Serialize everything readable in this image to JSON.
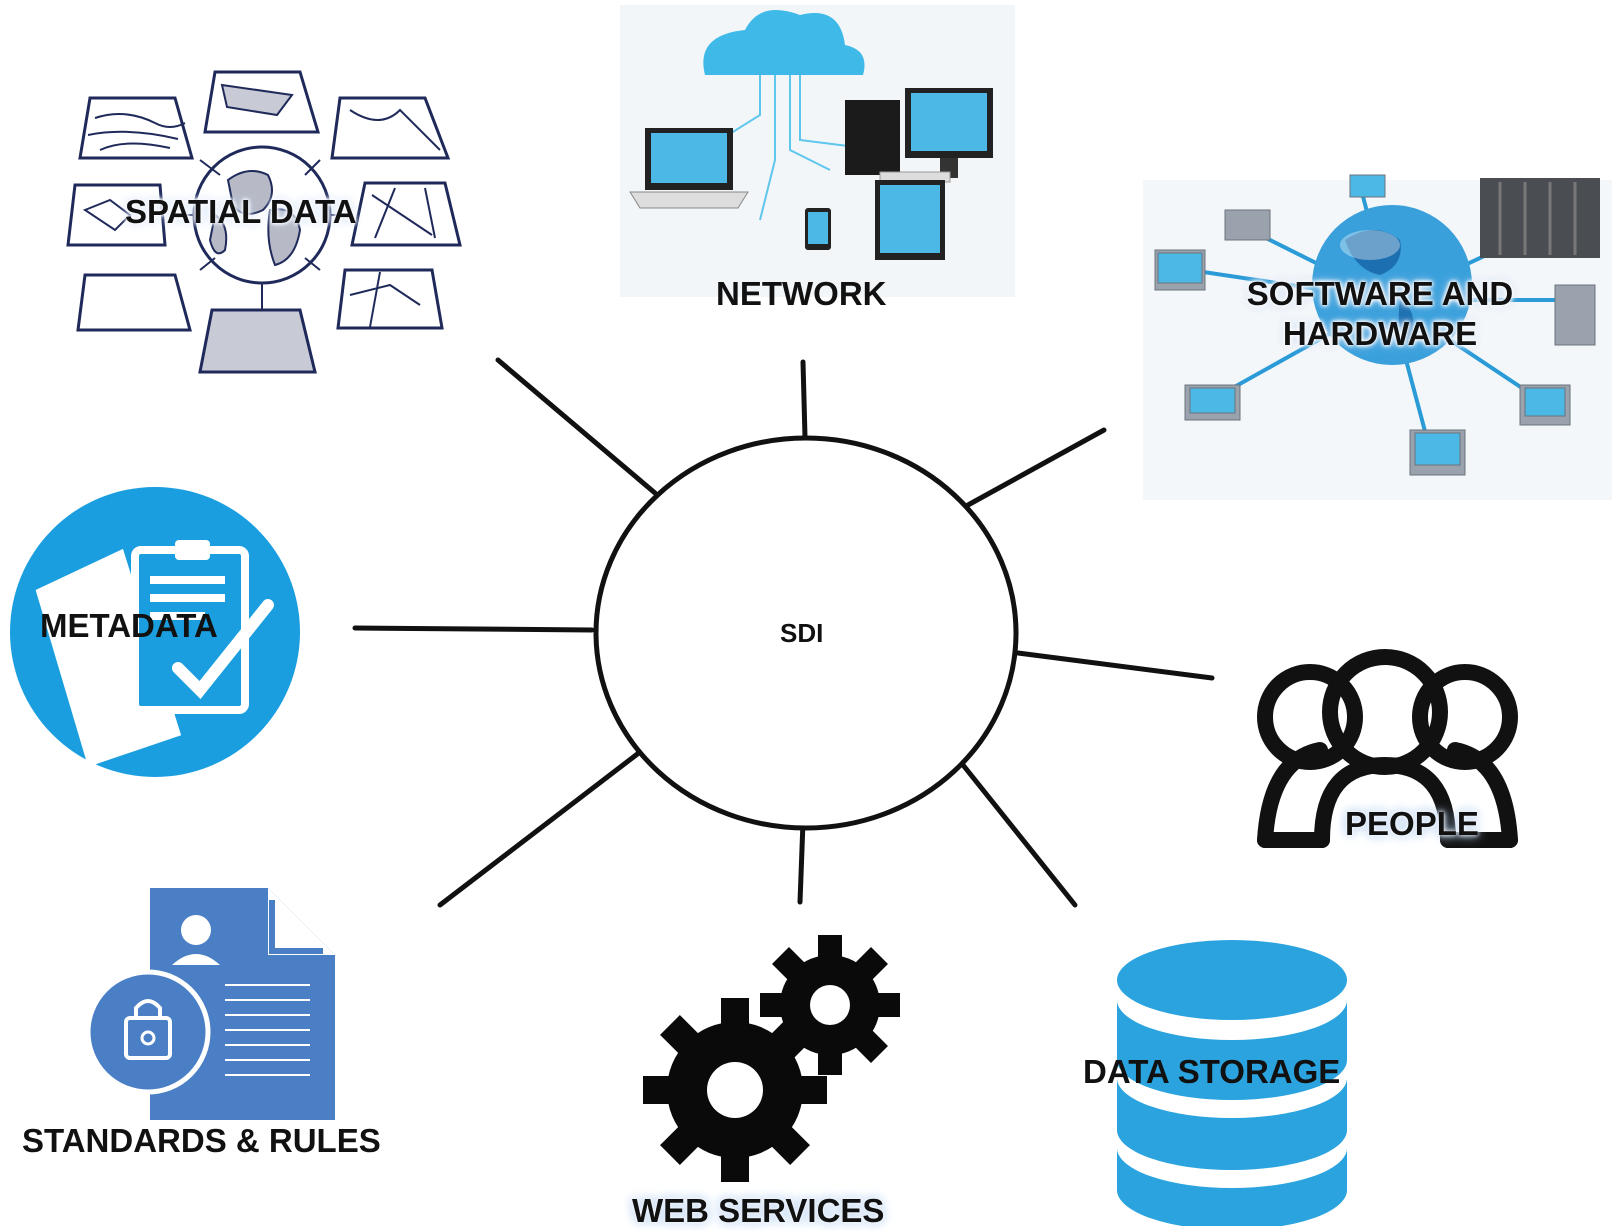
{
  "diagram": {
    "center": {
      "label": "SDI"
    },
    "nodes": {
      "spatial_data": {
        "label": "SPATIAL DATA"
      },
      "network": {
        "label": "NETWORK"
      },
      "software_hardware": {
        "line1": "SOFTWARE AND",
        "line2": "HARDWARE"
      },
      "metadata": {
        "label": "METADATA"
      },
      "people": {
        "label": "PEOPLE"
      },
      "standards_rules": {
        "label": "STANDARDS & RULES"
      },
      "web_services": {
        "label": "WEB SERVICES"
      },
      "data_storage": {
        "label": "DATA STORAGE"
      }
    },
    "colors": {
      "line": "#111111",
      "accent_blue": "#1a9ee0",
      "doc_blue": "#4a7fc6",
      "db_blue": "#2aa3de",
      "cloud_blue": "#3fb9e8",
      "map_outline": "#1f2a5a"
    }
  }
}
